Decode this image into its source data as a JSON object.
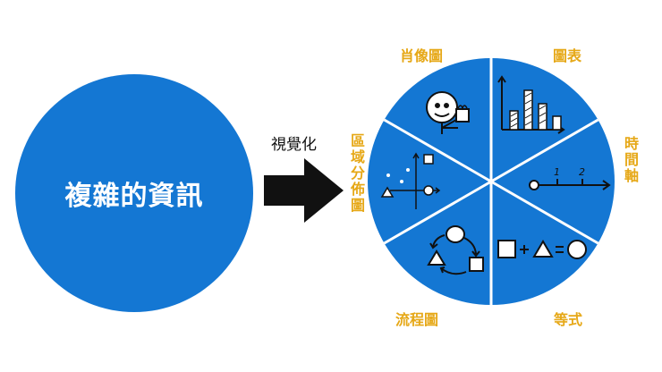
{
  "left_circle": {
    "text": "複雜的資訊",
    "color": "#1477d3"
  },
  "arrow": {
    "label": "視覺化"
  },
  "wheel": {
    "color": "#1477d3",
    "segments": [
      {
        "id": "portrait",
        "label": "肖像圖"
      },
      {
        "id": "chart",
        "label": "圖表"
      },
      {
        "id": "timeline",
        "label": "時間軸"
      },
      {
        "id": "equation",
        "label": "等式"
      },
      {
        "id": "flowchart",
        "label": "流程圖"
      },
      {
        "id": "scatter",
        "label": "區域分佈圖"
      }
    ],
    "timeline_ticks": [
      "1",
      "2"
    ],
    "label_color": "#e6a817"
  }
}
